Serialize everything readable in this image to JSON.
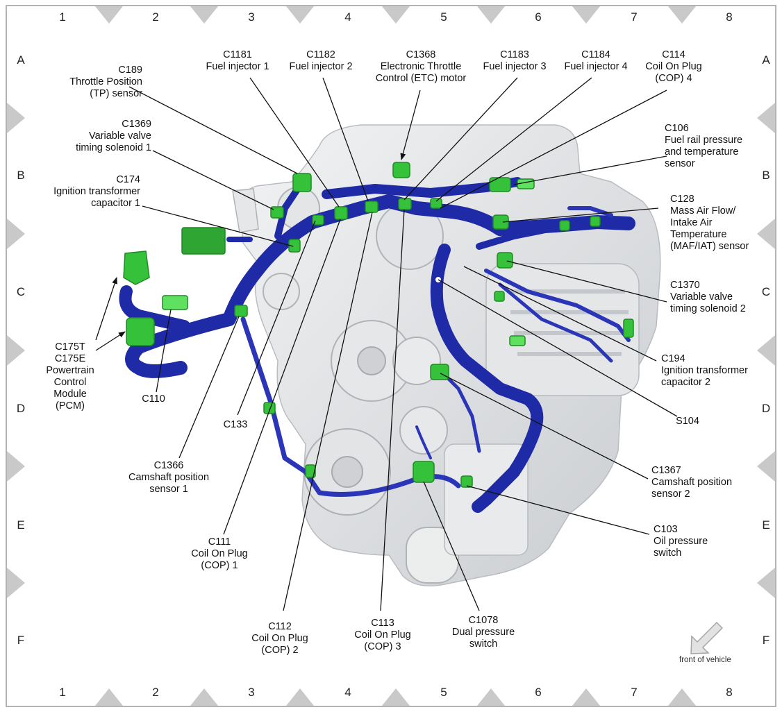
{
  "colors": {
    "harness": "#1f2aa6",
    "harness_dark": "#0f167a",
    "connector": "#35c23a",
    "connector_dark": "#1f8a24",
    "engine": "#d7d9dc",
    "border_triangle": "#c9c9c9"
  },
  "grid": {
    "columns": [
      "1",
      "2",
      "3",
      "4",
      "5",
      "6",
      "7",
      "8"
    ],
    "rows": [
      "A",
      "B",
      "C",
      "D",
      "E",
      "F"
    ]
  },
  "front_of_vehicle": {
    "label": "front of vehicle",
    "icon": "arrow-down-left-icon"
  },
  "labels": [
    {
      "id": "c189",
      "lines": [
        "C189",
        "Throttle Position",
        "(TP) sensor"
      ]
    },
    {
      "id": "c1181",
      "lines": [
        "C1181",
        "Fuel injector 1"
      ]
    },
    {
      "id": "c1182",
      "lines": [
        "C1182",
        "Fuel injector 2"
      ]
    },
    {
      "id": "c1368",
      "lines": [
        "C1368",
        "Electronic Throttle",
        "Control (ETC) motor"
      ]
    },
    {
      "id": "c1183",
      "lines": [
        "C1183",
        "Fuel injector 3"
      ]
    },
    {
      "id": "c1184",
      "lines": [
        "C1184",
        "Fuel injector 4"
      ]
    },
    {
      "id": "c114",
      "lines": [
        "C114",
        "Coil On Plug",
        "(COP) 4"
      ]
    },
    {
      "id": "c1369",
      "lines": [
        "C1369",
        "Variable valve",
        "timing solenoid 1"
      ]
    },
    {
      "id": "c106",
      "lines": [
        "C106",
        "Fuel rail pressure",
        "and temperature",
        "sensor"
      ]
    },
    {
      "id": "c174",
      "lines": [
        "C174",
        "Ignition transformer",
        "capacitor 1"
      ]
    },
    {
      "id": "c128",
      "lines": [
        "C128",
        "Mass Air Flow/",
        "Intake Air",
        "Temperature",
        "(MAF/IAT) sensor"
      ]
    },
    {
      "id": "c1370",
      "lines": [
        "C1370",
        "Variable valve",
        "timing solenoid 2"
      ]
    },
    {
      "id": "c175",
      "lines": [
        "C175T",
        "C175E",
        "Powertrain",
        "Control",
        "Module",
        "(PCM)"
      ]
    },
    {
      "id": "c110",
      "lines": [
        "C110"
      ]
    },
    {
      "id": "c194",
      "lines": [
        "C194",
        "Ignition transformer",
        "capacitor 2"
      ]
    },
    {
      "id": "c133",
      "lines": [
        "C133"
      ]
    },
    {
      "id": "s104",
      "lines": [
        "S104"
      ]
    },
    {
      "id": "c1366",
      "lines": [
        "C1366",
        "Camshaft position",
        "sensor 1"
      ]
    },
    {
      "id": "c1367",
      "lines": [
        "C1367",
        "Camshaft position",
        "sensor 2"
      ]
    },
    {
      "id": "c103",
      "lines": [
        "C103",
        "Oil pressure",
        "switch"
      ]
    },
    {
      "id": "c111",
      "lines": [
        "C111",
        "Coil On Plug",
        "(COP) 1"
      ]
    },
    {
      "id": "c1078",
      "lines": [
        "C1078",
        "Dual pressure",
        "switch"
      ]
    },
    {
      "id": "c112",
      "lines": [
        "C112",
        "Coil On Plug",
        "(COP) 2"
      ]
    },
    {
      "id": "c113",
      "lines": [
        "C113",
        "Coil On Plug",
        "(COP) 3"
      ]
    }
  ]
}
